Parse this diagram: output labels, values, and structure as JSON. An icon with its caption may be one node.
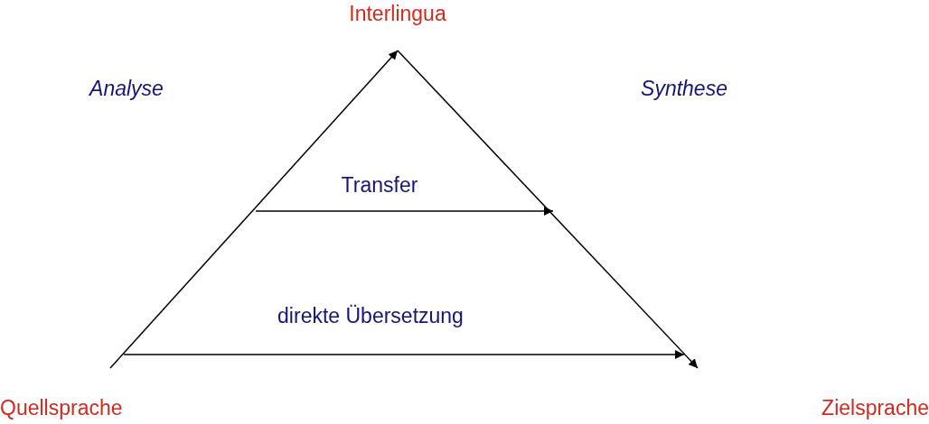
{
  "diagram": {
    "nodes": [
      {
        "text": [
          "Interlingua"
        ]
      },
      {
        "text": [
          "Quellsprache"
        ]
      },
      {
        "text": [
          "Zielsprache"
        ]
      }
    ],
    "edges": [
      {
        "from": 1,
        "to": 0,
        "arrow": "to"
      },
      {
        "from": 0,
        "to": null,
        "arrow": "to"
      },
      {
        "from": 1,
        "to": null,
        "arrow": "to",
        "label": "direkte Übersetzung"
      }
    ],
    "labels": [
      "Analyse",
      "Synthese",
      "Transfer"
    ]
  }
}
